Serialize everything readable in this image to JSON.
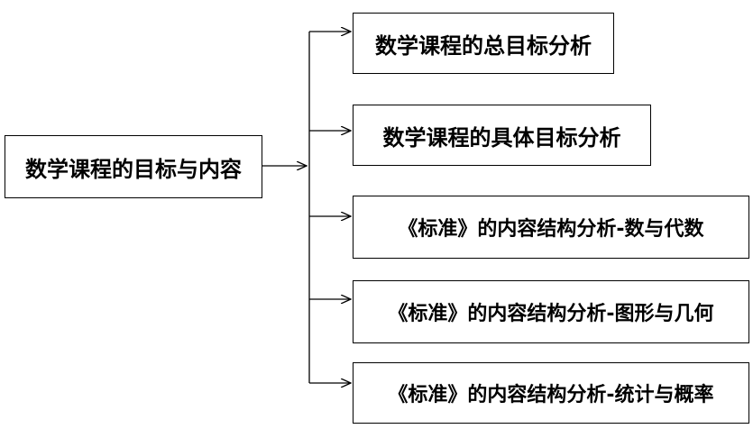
{
  "root": {
    "label": "数学课程的目标与内容"
  },
  "children": [
    {
      "label": "数学课程的总目标分析"
    },
    {
      "label": "数学课程的具体目标分析"
    },
    {
      "label": "《标准》的内容结构分析-数与代数"
    },
    {
      "label": "《标准》的内容结构分析-图形与几何"
    },
    {
      "label": "《标准》的内容结构分析-统计与概率"
    }
  ],
  "colors": {
    "line": "#000000",
    "box_border": "#000000",
    "background": "#ffffff"
  }
}
